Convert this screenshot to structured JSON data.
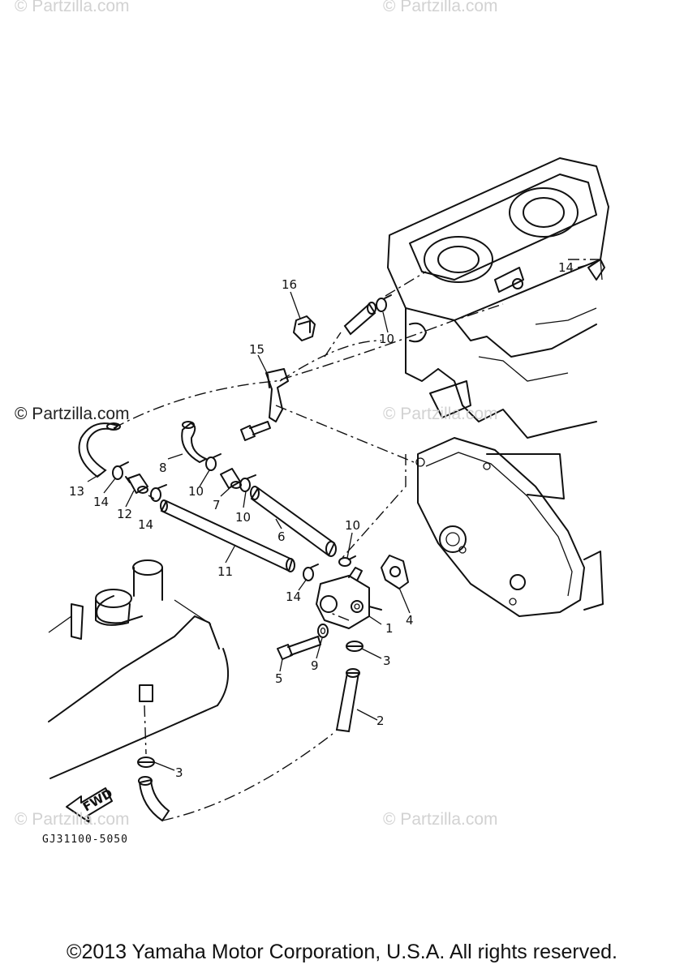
{
  "watermarks": {
    "top_left": "© Partzilla.com",
    "top_right": "© Partzilla.com",
    "mid_left": "© Partzilla.com",
    "mid_right": "© Partzilla.com",
    "bottom_left": "© Partzilla.com",
    "bottom_right": "© Partzilla.com"
  },
  "diagram_code": "GJ31100-5050",
  "fwd_label": "FWD",
  "copyright": "©2013 Yamaha Motor Corporation, U.S.A. All rights reserved.",
  "callouts": [
    "1",
    "2",
    "3",
    "3",
    "4",
    "5",
    "6",
    "7",
    "8",
    "9",
    "10",
    "10",
    "10",
    "10",
    "11",
    "12",
    "13",
    "14",
    "14",
    "14",
    "14",
    "15",
    "16"
  ]
}
